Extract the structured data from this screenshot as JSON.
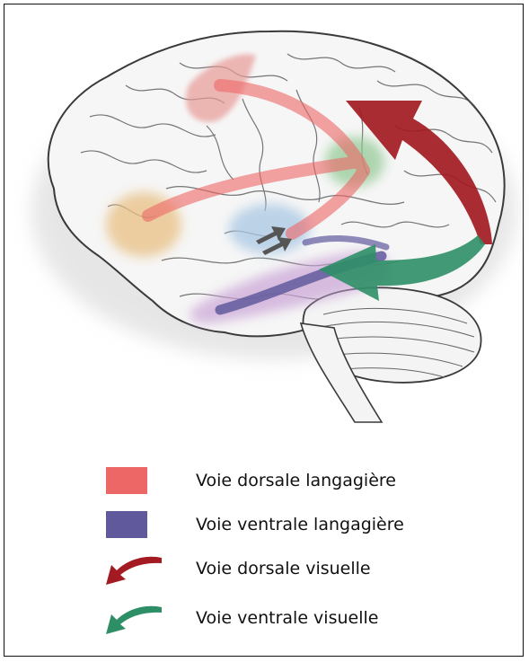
{
  "legend": {
    "items": [
      {
        "label": "Voie dorsale langagière",
        "kind": "box",
        "color": "#ee6767"
      },
      {
        "label": "Voie ventrale langagière",
        "kind": "box",
        "color": "#605a9c"
      },
      {
        "label": "Voie dorsale visuelle",
        "kind": "arrow",
        "color": "#a31a22"
      },
      {
        "label": "Voie ventrale visuelle",
        "kind": "arrow",
        "color": "#2e8f67"
      }
    ]
  },
  "regions": {
    "frontal": {
      "color": "#e8c083"
    },
    "motor": {
      "color": "#e79a96"
    },
    "angular": {
      "color": "#8fc790"
    },
    "auditory": {
      "color": "#a9c7e3"
    },
    "temporal": {
      "color": "#c9a3d6"
    }
  }
}
